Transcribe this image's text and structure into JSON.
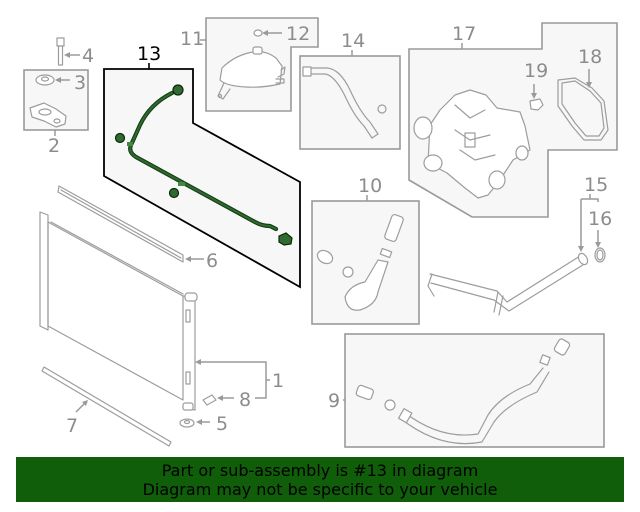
{
  "diagram": {
    "highlighted_part": "13",
    "callouts": [
      {
        "id": "1",
        "label": "1"
      },
      {
        "id": "2",
        "label": "2"
      },
      {
        "id": "3",
        "label": "3"
      },
      {
        "id": "4",
        "label": "4"
      },
      {
        "id": "5",
        "label": "5"
      },
      {
        "id": "6",
        "label": "6"
      },
      {
        "id": "7",
        "label": "7"
      },
      {
        "id": "8",
        "label": "8"
      },
      {
        "id": "9",
        "label": "9"
      },
      {
        "id": "10",
        "label": "10"
      },
      {
        "id": "11",
        "label": "11"
      },
      {
        "id": "12",
        "label": "12"
      },
      {
        "id": "13",
        "label": "13"
      },
      {
        "id": "14",
        "label": "14"
      },
      {
        "id": "15",
        "label": "15"
      },
      {
        "id": "16",
        "label": "16"
      },
      {
        "id": "17",
        "label": "17"
      },
      {
        "id": "18",
        "label": "18"
      },
      {
        "id": "19",
        "label": "19"
      }
    ],
    "colors": {
      "highlight_outline": "#000000",
      "highlight_part": "#2f6b2f",
      "normal_lines": "#9a9a9a",
      "box_fill": "#f7f7f7"
    }
  },
  "banner": {
    "line1": "Part or sub-assembly is #13 in diagram",
    "line2": "Diagram may not be specific to your vehicle",
    "background": "#115e0a"
  }
}
